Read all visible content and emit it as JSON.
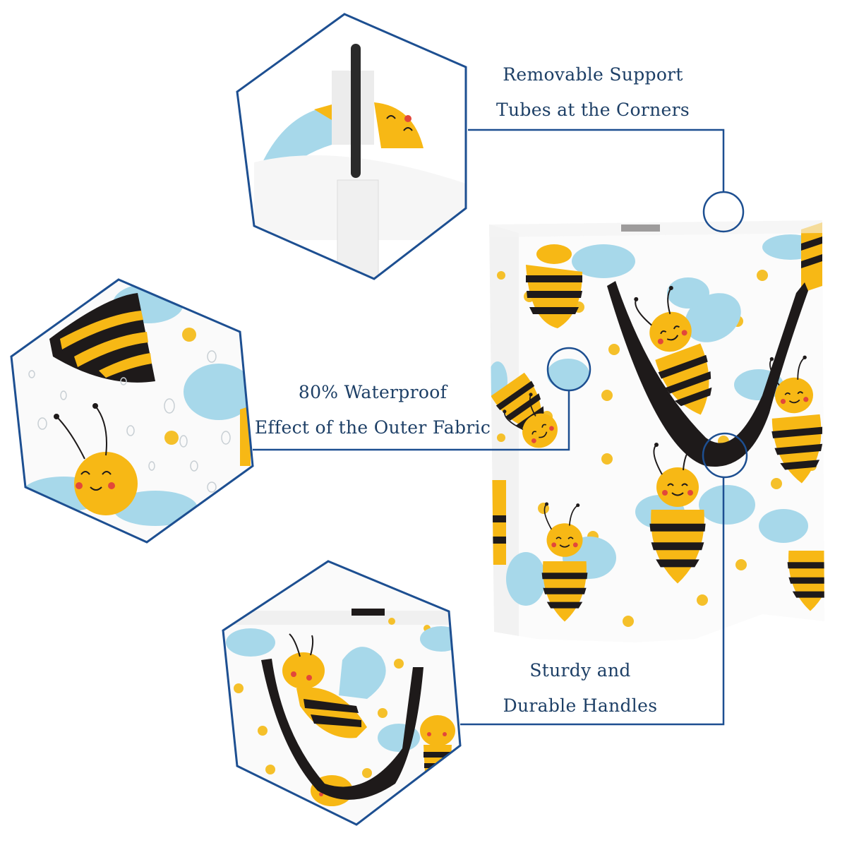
{
  "callouts": [
    {
      "id": "support-tubes",
      "lines": [
        "Removable Support",
        "Tubes at the Corners"
      ]
    },
    {
      "id": "waterproof",
      "lines": [
        "80% Waterproof",
        "Effect of the Outer Fabric"
      ]
    },
    {
      "id": "handles",
      "lines": [
        "Sturdy and",
        "Durable Handles"
      ]
    }
  ],
  "colors": {
    "line": "#1d4f91",
    "text": "#1d3f66",
    "bee_yellow": "#f7b815",
    "bee_black": "#1e1a1a",
    "wing_blue": "#a7d8ea",
    "dot_yellow": "#f5c02a",
    "cheek": "#e2473a",
    "background": "#ffffff"
  },
  "product": {
    "pattern": "cartoon bees with blue wings and yellow polka dots",
    "handle_color": "black"
  }
}
